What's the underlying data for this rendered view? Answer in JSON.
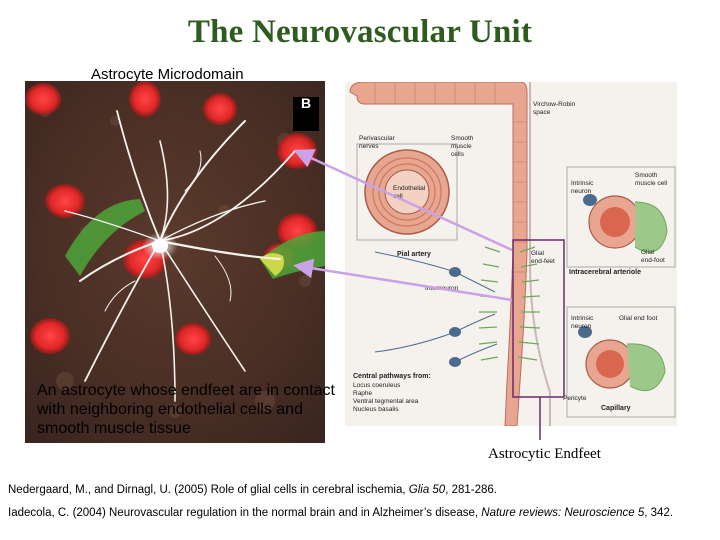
{
  "slide": {
    "title": "The Neurovascular Unit",
    "micrograph_label": "Astrocyte Microdomain",
    "micrograph_panel_letter": "B",
    "caption": "An astrocyte whose endfeet are in contact with neighboring endothelial cells and smooth muscle tissue",
    "endfeet_label": "Astrocytic Endfeet",
    "references": [
      {
        "authors": "Nedergaard, M., and Dirnagl, U. (2005) Role of glial cells in cerebral ischemia, ",
        "journal": "Glia 50",
        "pages": ", 281-286."
      },
      {
        "authors": "Iadecola, C. (2004) Neurovascular regulation in the normal brain and in Alzheimer’s disease, ",
        "journal": "Nature reviews: Neuroscience 5",
        "pages": ", 342."
      }
    ]
  },
  "diagram": {
    "labels": {
      "virchow_robin": "Virchow-Robin",
      "virchow_robin_2": "space",
      "perivascular": "Perivascular",
      "perivascular_2": "nerves",
      "smooth_muscle": "Smooth",
      "smooth_muscle_2": "muscle",
      "smooth_muscle_3": "cells",
      "endothelial": "Endothelial",
      "endothelial_2": "cell",
      "pial_artery": "Pial artery",
      "glial_endfeet": "Glial",
      "glial_endfeet_2": "end-feet",
      "intrinsic_neuron": "Intrinsic",
      "intrinsic_neuron_2": "neuron",
      "smooth_muscle_cell": "Smooth",
      "smooth_muscle_cell_2": "muscle cell",
      "glial_endfoot": "Glial",
      "glial_endfoot_2": "end-foot",
      "intracerebral_arteriole": "Intracerebral arteriole",
      "interneuron": "Interneuron",
      "intrinsic_neuron_b": "Intrinsic",
      "intrinsic_neuron_b_2": "neuron",
      "glial_end_foot_b": "Glial end foot",
      "central_pathways": "Central pathways from:",
      "pathway_1": "Locus coeruleus",
      "pathway_2": "Raphe",
      "pathway_3": "Ventral tegmental area",
      "pathway_4": "Nucleus basalis",
      "pericyte": "Pericyte",
      "capillary": "Capillary"
    }
  },
  "colors": {
    "title": "#2e5b1e",
    "pointer_arrow": "#c9a3e6",
    "endfeet_box": "#6b2b6b",
    "vessel": "#e8a58f",
    "glia": "#9cc98a"
  }
}
